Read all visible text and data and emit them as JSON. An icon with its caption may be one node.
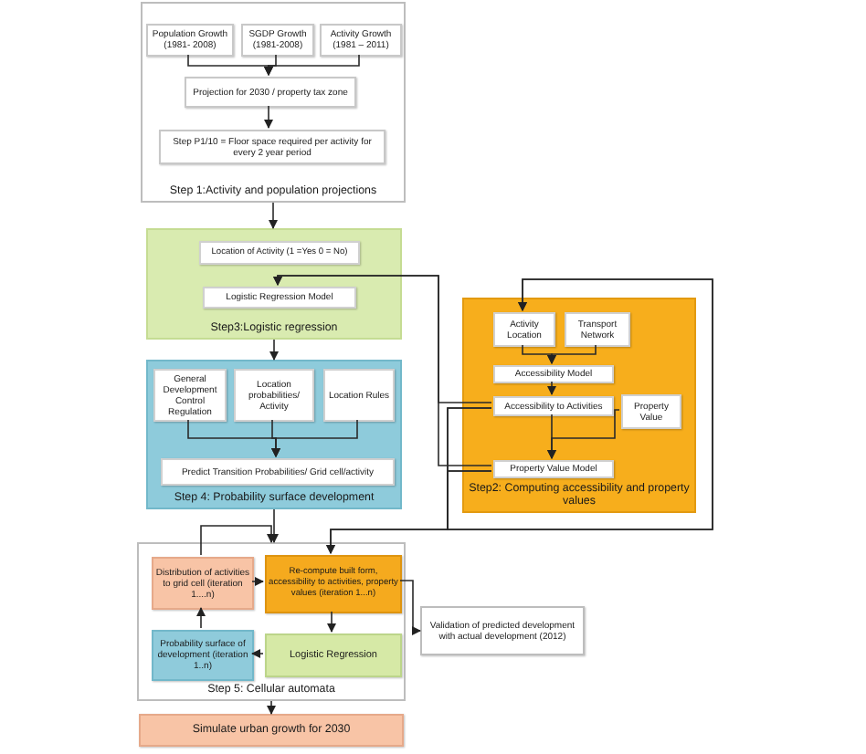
{
  "diagram": {
    "nodes": [
      {
        "text": [
          "Step 1:Activity and population projections"
        ]
      },
      {
        "text": [
          "Population Growth (1981- 2008)"
        ],
        "in": 0
      },
      {
        "text": [
          "SGDP Growth (1981-2008)"
        ],
        "in": 0
      },
      {
        "text": [
          "Activity Growth (1981 – 2011)"
        ],
        "in": 0
      },
      {
        "text": [
          "Projection for 2030 / property tax zone"
        ],
        "in": 0
      },
      {
        "text": [
          "Step P1/10 = Floor space required per activity for every 2 year period"
        ],
        "in": 0
      },
      {
        "text": [
          "Step3:Logistic regression"
        ]
      },
      {
        "text": [
          "Location of Activity (1 =Yes 0 = No)"
        ],
        "in": 6
      },
      {
        "text": [
          "Logistic Regression Model"
        ],
        "in": 6
      },
      {
        "text": [
          "Step2: Computing accessibility and property values"
        ]
      },
      {
        "text": [
          "Activity Location"
        ],
        "in": 9
      },
      {
        "text": [
          "Transport Network"
        ],
        "in": 9
      },
      {
        "text": [
          "Accessibility Model"
        ],
        "in": 9
      },
      {
        "text": [
          "Accessibility to Activities"
        ],
        "in": 9
      },
      {
        "text": [
          "Property Value"
        ],
        "in": 9
      },
      {
        "text": [
          "Property Value Model"
        ],
        "in": 9
      },
      {
        "text": [
          "Step 4: Probability surface development"
        ]
      },
      {
        "text": [
          "General Development Control Regulation"
        ],
        "in": 16
      },
      {
        "text": [
          "Location probabilities/ Activity"
        ],
        "in": 16
      },
      {
        "text": [
          "Location Rules"
        ],
        "in": 16
      },
      {
        "text": [
          "Predict Transition Probabilities/ Grid cell/activity"
        ],
        "in": 16
      },
      {
        "text": [
          "Step 5: Cellular automata"
        ]
      },
      {
        "text": [
          "Distribution of activities to grid cell (iteration 1....n)"
        ],
        "in": 21
      },
      {
        "text": [
          "Re-compute built form, accessibility to activities, property values (iteration 1...n)"
        ],
        "in": 21
      },
      {
        "text": [
          "Validation of predicted development with actual development (2012)"
        ]
      },
      {
        "text": [
          "Probability surface of development (iteration 1..n)"
        ],
        "in": 21
      },
      {
        "text": [
          "Logistic Regression"
        ],
        "in": 21
      },
      {
        "text": [
          "Simulate urban growth for 2030"
        ]
      }
    ],
    "edges": [
      {
        "from": 1,
        "to": 4,
        "arrow": "to"
      },
      {
        "from": 2,
        "to": 4,
        "arrow": "to"
      },
      {
        "from": 3,
        "to": 4,
        "arrow": "to"
      },
      {
        "from": 4,
        "to": 5,
        "arrow": "to"
      },
      {
        "from": 0,
        "to": 6,
        "arrow": "to"
      },
      {
        "from": 13,
        "to": 8,
        "arrow": "to"
      },
      {
        "from": 15,
        "to": 8,
        "arrow": "to"
      },
      {
        "from": 10,
        "to": 12,
        "arrow": "to"
      },
      {
        "from": 11,
        "to": 12,
        "arrow": "to"
      },
      {
        "from": 12,
        "to": 13,
        "arrow": "to"
      },
      {
        "from": 13,
        "to": 15,
        "arrow": "to"
      },
      {
        "from": 14,
        "to": 15,
        "arrow": "to"
      },
      {
        "from": 6,
        "to": 16,
        "arrow": "to"
      },
      {
        "from": 17,
        "to": 20,
        "arrow": "to"
      },
      {
        "from": 18,
        "to": 20,
        "arrow": "to"
      },
      {
        "from": 19,
        "to": 20,
        "arrow": "to"
      },
      {
        "from": 16,
        "to": 21,
        "arrow": "to"
      },
      {
        "from": 22,
        "to": 21,
        "arrow": "to"
      },
      {
        "from": 13,
        "to": 23,
        "arrow": "to"
      },
      {
        "from": 15,
        "to": 23,
        "arrow": "to"
      },
      {
        "from": 13,
        "to": 10,
        "arrow": "to"
      },
      {
        "from": 15,
        "to": 10,
        "arrow": "to"
      },
      {
        "from": 22,
        "to": 23,
        "arrow": "to"
      },
      {
        "from": 23,
        "to": 26,
        "arrow": "to"
      },
      {
        "from": 26,
        "to": 25,
        "arrow": "to"
      },
      {
        "from": 25,
        "to": 22,
        "arrow": "to"
      },
      {
        "from": 23,
        "to": 24,
        "arrow": "to"
      },
      {
        "from": 21,
        "to": 27,
        "arrow": "to"
      }
    ]
  }
}
